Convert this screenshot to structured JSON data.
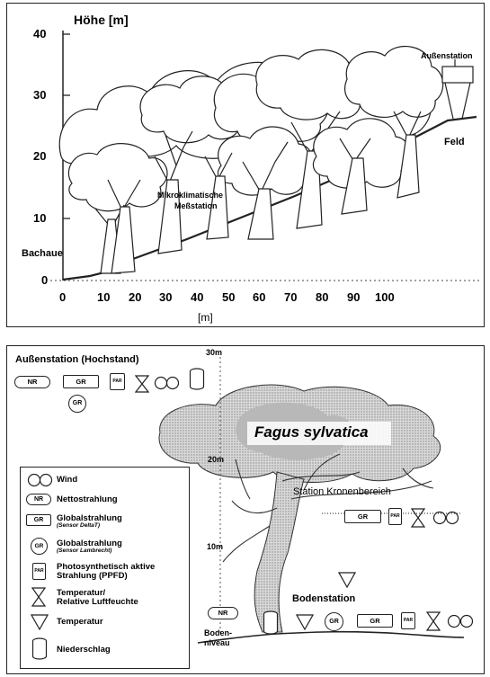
{
  "top": {
    "ylabel": "Höhe [m]",
    "xlabel": "[m]",
    "y_ticks": [
      "0",
      "10",
      "20",
      "30",
      "40"
    ],
    "x_ticks": [
      "0",
      "10",
      "20",
      "30",
      "40",
      "50",
      "60",
      "70",
      "80",
      "90",
      "100"
    ],
    "labels": {
      "outside_station": "Außenstation",
      "field": "Feld",
      "micro_station_1": "Mikroklimatische",
      "micro_station_2": "Meßstation",
      "floodplain": "Bachaue"
    }
  },
  "bottom": {
    "header": "Außenstation (Hochstand)",
    "species": "Fagus sylvatica",
    "height_30": "30m",
    "height_20": "20m",
    "height_10": "10m",
    "crown_station": "Station Kronenbereich",
    "ground_station": "Bodenstation",
    "ground_level_1": "Boden-",
    "ground_level_2": "niveau",
    "abbr": {
      "nr": "NR",
      "gr": "GR",
      "par": "PAR"
    },
    "legend": {
      "wind": "Wind",
      "net_radiation": "Nettostrahlung",
      "global_radiation": "Globalstrahlung",
      "sensor_deltat": "(Sensor DeltaT)",
      "global_radiation_2": "Globalstrahlung",
      "sensor_lambrecht": "(Sensor Lambrecht)",
      "par_1": "Photosynthetisch aktive",
      "par_2": "Strahlung (PPFD)",
      "temp_hum_1": "Temperatur/",
      "temp_hum_2": "Relative Luftfeuchte",
      "temperature": "Temperatur",
      "precipitation": "Niederschlag"
    }
  }
}
